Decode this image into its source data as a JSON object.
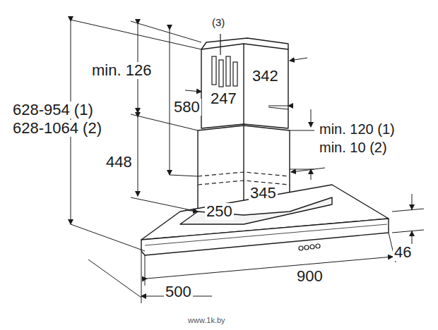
{
  "diagram": {
    "labels": [
      "(3)",
      "min. 126",
      "342",
      "247",
      "580",
      "628-954 (1)",
      "628-1064 (2)",
      "min. 120 (1)",
      "min. 10 (2)",
      "448",
      "345",
      "250",
      "46",
      "900",
      "500",
      "www.1k.by"
    ]
  }
}
